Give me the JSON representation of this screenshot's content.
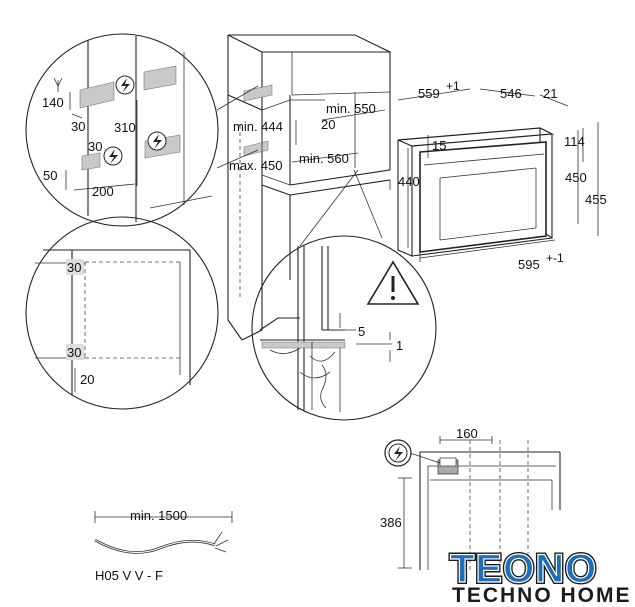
{
  "cabinet": {
    "min_550": "min. 550",
    "min_444": "min. 444",
    "d_20": "20",
    "max_450": "max. 450",
    "min_560": "min. 560"
  },
  "detail_power": {
    "d_140": "140",
    "d_30a": "30",
    "d_310": "310",
    "d_30b": "30",
    "d_50": "50",
    "d_200": "200"
  },
  "detail_side": {
    "d_30a": "30",
    "d_30b": "30",
    "d_20": "20"
  },
  "detail_gap": {
    "d_5": "5",
    "d_1": "1"
  },
  "appliance": {
    "d_559": "559",
    "d_559_tol": "+1",
    "d_546": "546",
    "d_21": "21",
    "d_15": "15",
    "d_114": "114",
    "d_440": "440",
    "d_450": "450",
    "d_455": "455",
    "d_595": "595",
    "d_595_tol": "+-1"
  },
  "side_view": {
    "d_160": "160",
    "d_386": "386"
  },
  "cable": {
    "length": "min. 1500",
    "type": "H05 V V - F"
  },
  "logo": {
    "name": "TEONO",
    "tagline": "TECHNO HOME",
    "color_primary": "#1f6fb8",
    "color_dark": "#1b1b1b"
  }
}
